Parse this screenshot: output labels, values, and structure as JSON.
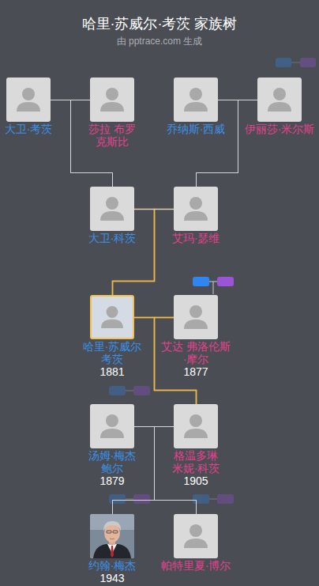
{
  "diagram": {
    "title": "哈里·苏威尔·考茨 家族树",
    "caption": "由 pptrace.com 生成",
    "nodes": [
      {
        "text": [
          "大卫·考茨"
        ]
      },
      {
        "text": [
          "莎拉 布罗克斯比"
        ]
      },
      {
        "text": [
          "乔纳斯·西威"
        ]
      },
      {
        "text": [
          "伊丽莎·米尔斯"
        ]
      },
      {
        "text": [
          "大卫·科茨"
        ]
      },
      {
        "text": [
          "艾玛·瑟维"
        ]
      },
      {
        "text": [
          "哈里·苏威尔 考茨",
          "1881"
        ]
      },
      {
        "text": [
          "艾达 弗洛伦斯·摩尔",
          "1877"
        ]
      },
      {
        "text": [
          "汤姆·梅杰 鲍尔",
          "1879"
        ]
      },
      {
        "text": [
          "格温多琳 米妮·科茨",
          "1905"
        ]
      },
      {
        "text": [
          "约翰·梅杰",
          "1943"
        ]
      },
      {
        "text": [
          "帕特里夏·博尔"
        ]
      }
    ],
    "edges": [
      {
        "from": 0,
        "to": 1,
        "arrow": "none"
      },
      {
        "from": 0,
        "to": 4,
        "arrow": "none"
      },
      {
        "from": 1,
        "to": 4,
        "arrow": "none"
      },
      {
        "from": 2,
        "to": 3,
        "arrow": "none"
      },
      {
        "from": 2,
        "to": 5,
        "arrow": "none"
      },
      {
        "from": 3,
        "to": 5,
        "arrow": "none"
      },
      {
        "from": 4,
        "to": 5,
        "arrow": "none"
      },
      {
        "from": 4,
        "to": 6,
        "arrow": "none"
      },
      {
        "from": 5,
        "to": 6,
        "arrow": "none"
      },
      {
        "from": 6,
        "to": 7,
        "arrow": "none"
      },
      {
        "from": 6,
        "to": 9,
        "arrow": "none"
      },
      {
        "from": 7,
        "to": 9,
        "arrow": "none"
      },
      {
        "from": 8,
        "to": 9,
        "arrow": "none"
      },
      {
        "from": 8,
        "to": 10,
        "arrow": "none"
      },
      {
        "from": 9,
        "to": 10,
        "arrow": "none"
      },
      {
        "from": 8,
        "to": 11,
        "arrow": "none"
      },
      {
        "from": 9,
        "to": 11,
        "arrow": "none"
      }
    ]
  }
}
